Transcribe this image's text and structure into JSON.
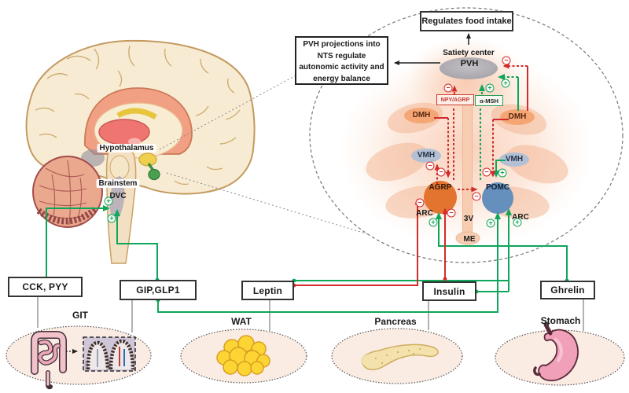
{
  "diagram": {
    "brain": {
      "hypothalamus": "Hypothalamus",
      "brainstem": "Brainstem",
      "dvc": "DVC"
    },
    "outcome_box": "Regulates food intake",
    "nts_box": {
      "line1": "PVH projections into",
      "line2": "NTS regulate",
      "line3": "autonomic activity and",
      "line4": "energy balance"
    },
    "pvh": {
      "title": "Satiety center",
      "name": "PVH"
    },
    "nuclei": {
      "npy_agrp": "NPY/AGRP",
      "a_msh": "α-MSH",
      "dmh": "DMH",
      "vmh": "VMH",
      "agrp": "AGRP",
      "pomc": "POMC",
      "arc": "ARC",
      "third_ventricle": "3V",
      "median_eminence": "ME"
    },
    "hormones": {
      "cck_pyy": "CCK, PYY",
      "gip_glp1": "GIP,GLP1",
      "leptin": "Leptin",
      "insulin": "Insulin",
      "ghrelin": "Ghrelin"
    },
    "organs": {
      "git": "GIT",
      "wat": "WAT",
      "pancreas": "Pancreas",
      "stomach": "Stomach"
    },
    "signs": {
      "plus": "+",
      "minus": "−"
    },
    "colors": {
      "stimulatory": "#0da65a",
      "inhibitory": "#d22b2b",
      "neutral_line": "#222222",
      "connector": "#999999"
    }
  }
}
